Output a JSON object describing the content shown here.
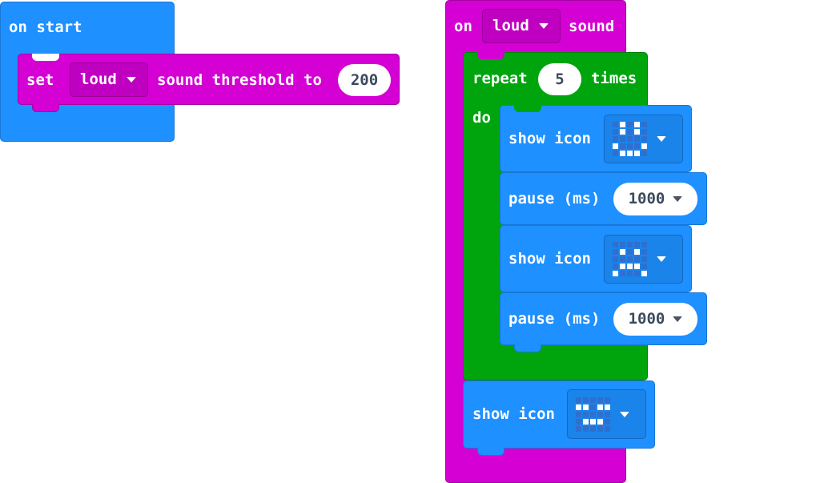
{
  "on_start": {
    "label": "on start",
    "set_block": {
      "set_label": "set",
      "level_dropdown": "loud",
      "mid_label": "sound threshold to",
      "threshold_value": "200"
    }
  },
  "on_sound": {
    "on_label": "on",
    "level_dropdown": "loud",
    "sound_label": "sound",
    "repeat_block": {
      "repeat_label": "repeat",
      "count": "5",
      "times_label": "times",
      "do_label": "do"
    },
    "inner": {
      "show_icon_1": {
        "label": "show icon",
        "icon": [
          [
            0,
            1,
            0,
            1,
            0
          ],
          [
            0,
            1,
            0,
            1,
            0
          ],
          [
            0,
            0,
            0,
            0,
            0
          ],
          [
            1,
            0,
            0,
            0,
            1
          ],
          [
            0,
            1,
            1,
            1,
            0
          ]
        ]
      },
      "pause_1": {
        "label": "pause (ms)",
        "value": "1000"
      },
      "show_icon_2": {
        "label": "show icon",
        "icon": [
          [
            0,
            0,
            0,
            0,
            0
          ],
          [
            0,
            1,
            0,
            1,
            0
          ],
          [
            0,
            0,
            0,
            0,
            0
          ],
          [
            0,
            1,
            1,
            1,
            0
          ],
          [
            1,
            0,
            0,
            0,
            1
          ]
        ]
      },
      "pause_2": {
        "label": "pause (ms)",
        "value": "1000"
      }
    },
    "show_icon_3": {
      "label": "show icon",
      "icon": [
        [
          0,
          0,
          0,
          0,
          0
        ],
        [
          1,
          1,
          0,
          1,
          1
        ],
        [
          0,
          0,
          0,
          0,
          0
        ],
        [
          0,
          1,
          1,
          1,
          0
        ],
        [
          0,
          0,
          0,
          0,
          0
        ]
      ]
    }
  },
  "colors": {
    "events": "#1e90ff",
    "sound": "#d400d4",
    "loops": "#00a50d",
    "basic": "#1e90ff",
    "background": "#ffffff"
  }
}
